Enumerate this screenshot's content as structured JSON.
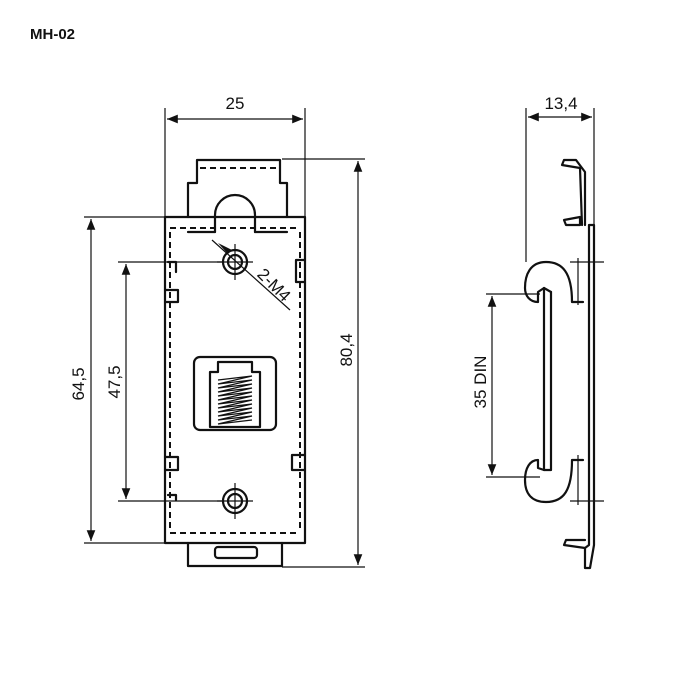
{
  "title": "MH-02",
  "dimensions": {
    "front_width": "25",
    "front_height_total": "80,4",
    "front_height_outer": "64,5",
    "front_height_inner": "47,5",
    "hole_spec": "2-M4",
    "side_depth": "13,4",
    "din_rail": "35 DIN"
  }
}
